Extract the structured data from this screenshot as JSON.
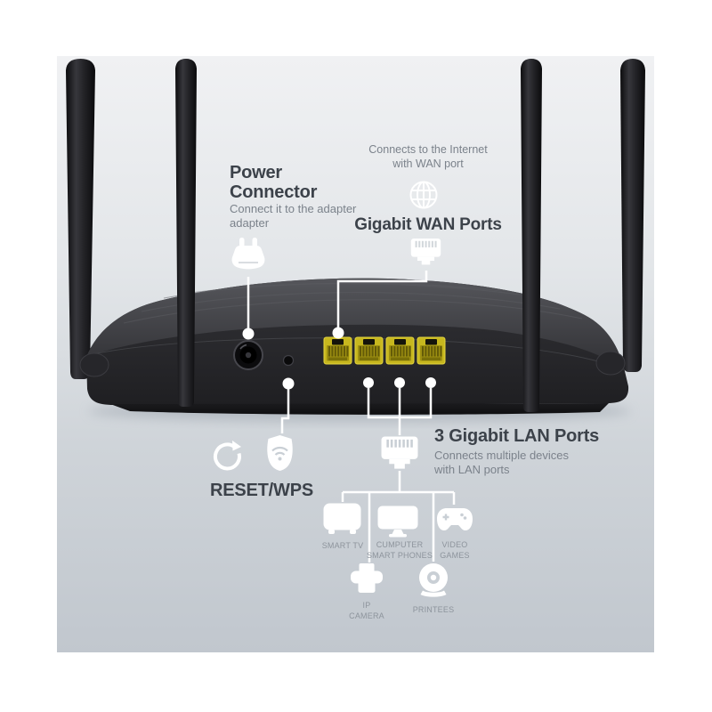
{
  "power_callout": {
    "icon": "power-plug-icon",
    "title_line1": "Power",
    "title_line2": "Connector",
    "desc_line1": "Connect it to the adapter",
    "desc_line2": "adapter"
  },
  "wan_callout": {
    "note_line1": "Connects to the Internet",
    "note_line2": "with WAN port",
    "internet_icon": "globe-icon",
    "title": "Gigabit WAN Ports",
    "port_icon": "ethernet-jack-icon"
  },
  "reset_callout": {
    "label": "RESET/WPS",
    "reset_icon": "circular-arrow-icon",
    "wps_icon": "shield-wifi-icon"
  },
  "lan_callout": {
    "title": "3 Gigabit LAN Ports",
    "desc_line1": "Connects multiple devices",
    "desc_line2": "with LAN ports",
    "port_icon": "ethernet-jack-icon"
  },
  "devices": [
    {
      "icon": "smart-tv-icon",
      "lines": [
        "SMART TV"
      ]
    },
    {
      "icon": "computer-monitor-icon",
      "lines": [
        "CUMPUTER",
        "SMART PHONES"
      ]
    },
    {
      "icon": "gamepad-icon",
      "lines": [
        "VIDEO",
        "GAMES"
      ]
    },
    {
      "icon": "printer-icon",
      "lines": [
        "IP",
        "CAMERA"
      ]
    },
    {
      "icon": "webcam-icon",
      "lines": [
        "PRINTEES"
      ]
    }
  ],
  "colors": {
    "heading_text": "#3c424a",
    "body_text": "#7b828b",
    "device_label_text": "#8d949c",
    "callout_lines": "#ffffff",
    "router_body": "#28282b",
    "antenna": "#1c1c1f",
    "port_yellow": "#c7b71e",
    "stage_bg_top": "#f0f1f3",
    "stage_bg_bottom": "#c1c7ce"
  }
}
